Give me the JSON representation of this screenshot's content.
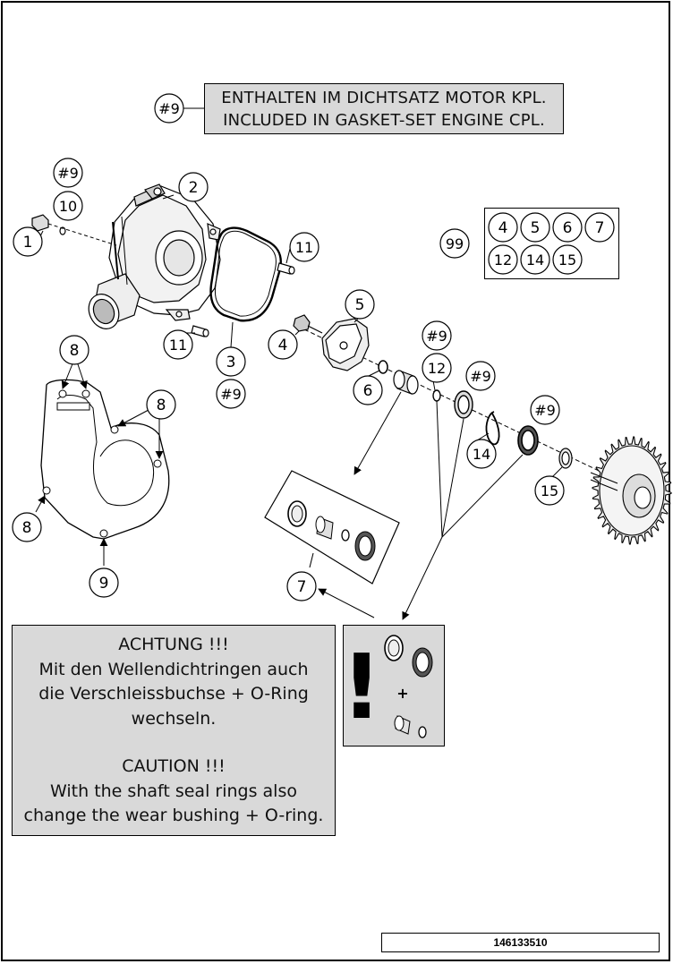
{
  "note": {
    "ref": "#9",
    "line_de": "ENTHALTEN IM DICHTSATZ MOTOR KPL.",
    "line_en": "INCLUDED IN GASKET-SET ENGINE CPL."
  },
  "caution": {
    "de_title": "ACHTUNG !!!",
    "de_line1": "Mit den Wellendichtringen auch",
    "de_line2": "die Verschleissbuchse + O-Ring",
    "de_line3": "wechseln.",
    "en_title": "CAUTION !!!",
    "en_line1": "With the shaft seal rings also",
    "en_line2": "change the wear bushing + O-ring."
  },
  "warning": {
    "mark": "!",
    "plus": "+"
  },
  "set": {
    "label": "99",
    "items": [
      "4",
      "5",
      "6",
      "7",
      "12",
      "14",
      "15"
    ]
  },
  "document_number": "146133510",
  "callouts": {
    "c1": "1",
    "c2": "2",
    "c3": "3",
    "c4": "4",
    "c5": "5",
    "c6": "6",
    "c7": "7",
    "c8a": "8",
    "c8b": "8",
    "c8c": "8",
    "c9": "9",
    "c10": "10",
    "c11a": "11",
    "c11b": "11",
    "c12": "12",
    "c14": "14",
    "c15": "15",
    "ref_a": "#9",
    "ref_b": "#9",
    "ref_c": "#9",
    "ref_d": "#9",
    "ref_e": "#9"
  }
}
